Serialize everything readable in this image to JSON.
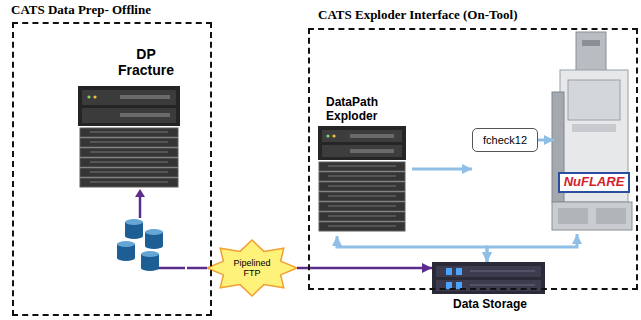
{
  "diagram": {
    "nodes": [
      {
        "text": [
          "CATS Data Prep- Offline"
        ]
      },
      {
        "text": [
          "DP Fracture"
        ],
        "in": 0
      },
      {
        "text": [
          "Pipelined FTP"
        ]
      },
      {
        "text": [
          "CATS Exploder Interface (On-Tool)"
        ]
      },
      {
        "text": [
          "DataPath Exploder"
        ],
        "in": 3
      },
      {
        "text": [
          "fcheck12"
        ],
        "in": 3
      },
      {
        "text": [
          "NuFLARE"
        ],
        "in": 3
      },
      {
        "text": [
          "Data Storage"
        ],
        "in": 3
      }
    ],
    "edges": [
      {
        "from": 1,
        "to": 2,
        "arrow": "none"
      },
      {
        "from": 2,
        "to": 7,
        "arrow": "to"
      },
      {
        "from": 4,
        "to": 5,
        "arrow": "to"
      },
      {
        "from": 5,
        "to": 6,
        "arrow": "to"
      },
      {
        "from": 4,
        "to": 7,
        "arrow": "both"
      },
      {
        "from": 6,
        "to": 7,
        "arrow": "both"
      }
    ]
  }
}
